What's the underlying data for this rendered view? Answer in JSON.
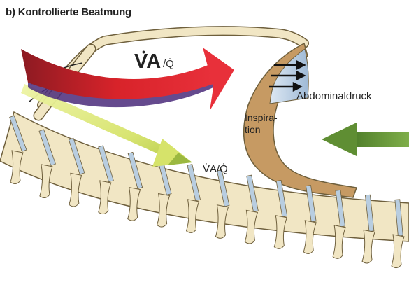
{
  "figure": {
    "title": "b) Kontrollierte Beatmung",
    "ratio_main": "VA",
    "ratio_main_denominator": "/Q̇",
    "ratio_secondary": "V̇A/Q̇",
    "inspiration_line1": "Inspira-",
    "inspiration_line2": "tion",
    "abdominal_pressure": "Abdominaldruck"
  },
  "colors": {
    "bone": "#f1e6c4",
    "bone_outline": "#6e5f3c",
    "disc": "#b8cde0",
    "red_arrow": "#d8232a",
    "purple_band": "#4a2a7a",
    "yellow_arrow": "#d6e36a",
    "green_arrow": "#6d9a3c",
    "lung_blue": "#bcd0e6",
    "diaphragm_brown": "#c69a63"
  }
}
